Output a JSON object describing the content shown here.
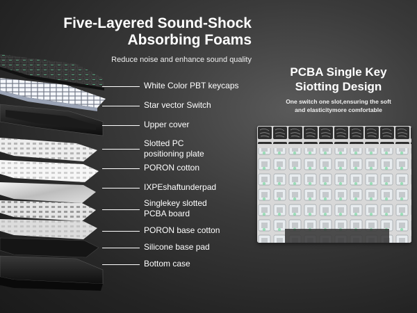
{
  "header": {
    "title_line1": "Five-Layered Sound-Shock",
    "title_line2": "Absorbing Foams",
    "subtitle": "Reduce noise and enhance sound quality"
  },
  "layers": [
    {
      "label": "White Color PBT keycaps",
      "icon": "keycaps-layer"
    },
    {
      "label": "Star vector  Switch",
      "icon": "switch-layer"
    },
    {
      "label": "Upper cover",
      "icon": "upper-cover-layer"
    },
    {
      "label": "Slotted PC\npositioning plate",
      "icon": "pc-plate-layer"
    },
    {
      "label": "PORON cotton",
      "icon": "poron-cotton-layer"
    },
    {
      "label": "IXPEshaftunderpad",
      "icon": "ixpe-pad-layer"
    },
    {
      "label": "Singlekey slotted\nPCBA board",
      "icon": "pcba-layer"
    },
    {
      "label": "PORON base cotton",
      "icon": "poron-base-layer"
    },
    {
      "label": "Silicone base pad",
      "icon": "silicone-pad-layer"
    },
    {
      "label": "Bottom case",
      "icon": "bottom-case-layer"
    }
  ],
  "feature": {
    "title_line1": "PCBA Single Key",
    "title_line2": "Siotting Design",
    "desc_line1": "One switch one slot,ensuring the soft",
    "desc_line2": "and elasticitymore comfortable"
  },
  "colors": {
    "background": "#2c2c2c",
    "text": "#ffffff",
    "keycap_dark": "#2a2a2a",
    "plate_white": "#eeeeee",
    "rgb_accent": "#7ad9a0"
  }
}
